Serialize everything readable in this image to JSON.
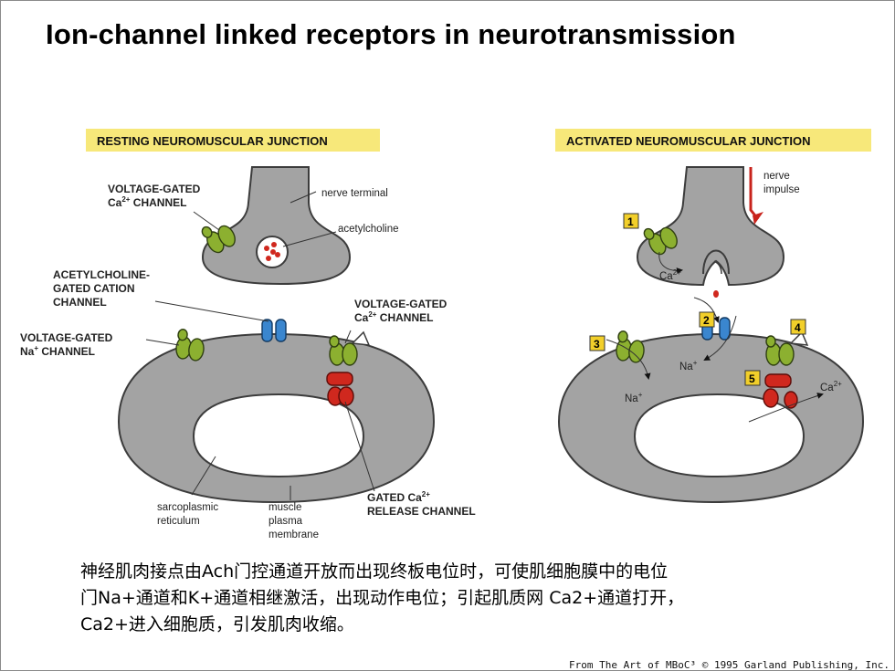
{
  "title": "Ion-channel linked receptors in neurotransmission",
  "resting": {
    "header": "RESTING NEUROMUSCULAR JUNCTION",
    "labels": {
      "vg_ca_1": "VOLTAGE-GATED",
      "vg_ca_2a": "Ca",
      "vg_ca_2sup": "2+",
      "vg_ca_2b": " CHANNEL",
      "nerve_terminal": "nerve terminal",
      "acetylcholine": "acetylcholine",
      "ach_gated_1": "ACETYLCHOLINE-",
      "ach_gated_2": "GATED CATION",
      "ach_gated_3": "CHANNEL",
      "vg_na_1": "VOLTAGE-GATED",
      "vg_na_2a": "Na",
      "vg_na_2sup": "+",
      "vg_na_2b": " CHANNEL",
      "vg_ca2_1": "VOLTAGE-GATED",
      "vg_ca2_2a": "Ca",
      "vg_ca2_2sup": "2+",
      "vg_ca2_2b": " CHANNEL",
      "sr_1": "sarcoplasmic",
      "sr_2": "reticulum",
      "muscle_1": "muscle",
      "muscle_2": "plasma",
      "muscle_3": "membrane",
      "gated_1a": "GATED Ca",
      "gated_1sup": "2+",
      "gated_2": "RELEASE CHANNEL"
    }
  },
  "activated": {
    "header": "ACTIVATED NEUROMUSCULAR JUNCTION",
    "labels": {
      "nerve_1": "nerve",
      "nerve_2": "impulse",
      "ca_top_a": "Ca",
      "ca_top_sup": "2+",
      "na_mid_a": "Na",
      "na_mid_sup": "+",
      "na_left_a": "Na",
      "na_left_sup": "+",
      "ca_right_a": "Ca",
      "ca_right_sup": "2+"
    },
    "steps": [
      "1",
      "2",
      "3",
      "4",
      "5"
    ]
  },
  "caption_lines": [
    "神经肌肉接点由Ach门控通道开放而出现终板电位时，可使肌细胞膜中的电位",
    "门Na+通道和K+通道相继激活，出现动作电位；引起肌质网 Ca2+通道打开，",
    "Ca2+进入细胞质，引发肌肉收缩。"
  ],
  "credit": "From The Art of MBoC³ © 1995 Garland Publishing, Inc.",
  "colors": {
    "cell_gray": "#a3a3a3",
    "cell_outline": "#3c3c3c",
    "header_yellow": "#f7e87a",
    "green_channel": "#8cb030",
    "blue_channel": "#3a86cf",
    "red_channel": "#d0281e",
    "step_box": "#f2cf2a",
    "impulse_red": "#c8231c"
  }
}
